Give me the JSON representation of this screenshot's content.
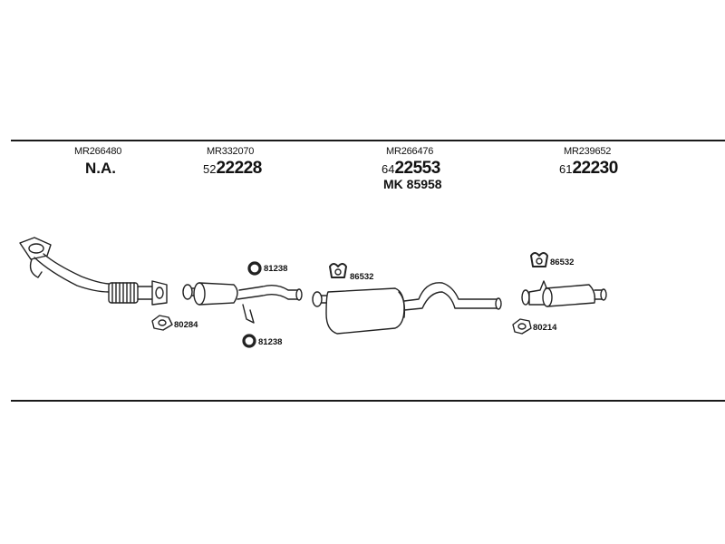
{
  "columns": [
    {
      "oem": "MR266480",
      "label": "N.A."
    },
    {
      "oem": "MR332070",
      "prefix": "52",
      "number": "22228"
    },
    {
      "oem": "MR266476",
      "prefix": "64",
      "number": "22553",
      "extra": "MK 85958"
    },
    {
      "oem": "MR239652",
      "prefix": "61",
      "number": "22230"
    }
  ],
  "components": {
    "gasket_1": "80284",
    "ring_top": "81238",
    "ring_bottom": "81238",
    "hanger_mid": "86532",
    "hanger_rear": "86532",
    "gasket_2": "80214"
  },
  "icons": [
    "front-pipe-icon",
    "centre-silencer-icon",
    "middle-silencer-icon",
    "rear-silencer-icon",
    "gasket-icon",
    "o-ring-icon",
    "rubber-hanger-icon"
  ]
}
